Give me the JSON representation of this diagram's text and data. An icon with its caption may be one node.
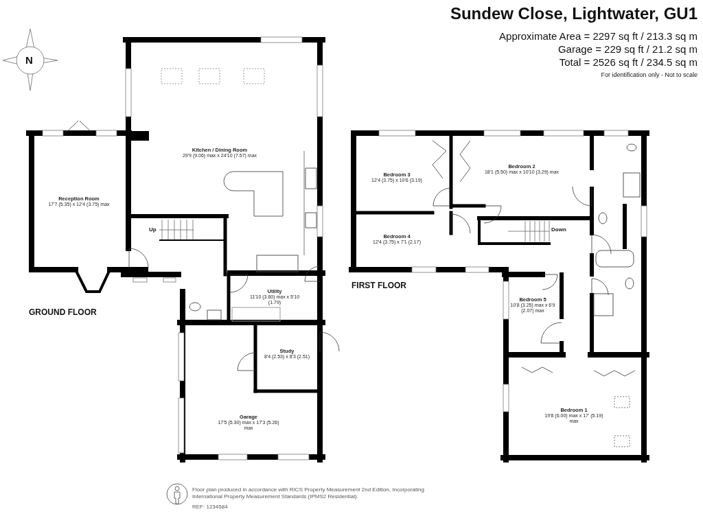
{
  "diagram": {
    "title": "Sundew Close, Lightwater, GU1",
    "nodes": [
      {
        "text": [
          "Kitchen / Dining Room",
          "29'9 (9.06) max x 24'10 (7.57) max"
        ]
      },
      {
        "text": [
          "Reception Room",
          "17'7 (5.35) x 12'4 (3.75) max"
        ]
      },
      {
        "text": [
          "Utility",
          "11'10 (3.60) max x 5'10 (1.79)"
        ]
      },
      {
        "text": [
          "Study",
          "8'4 (2.53) x 8'3 (2.51)"
        ]
      },
      {
        "text": [
          "Garage",
          "17'5 (5.30) max x 17'3 (5.26) max"
        ]
      },
      {
        "text": [
          "Bedroom 3",
          "12'4 (3.75) x 10'6 (3.19)"
        ]
      },
      {
        "text": [
          "Bedroom 2",
          "18'1 (5.50) max x 10'10 (3.29) max"
        ]
      },
      {
        "text": [
          "Bedroom 4",
          "12'4 (3.75) x 7'1 (2.17)"
        ]
      },
      {
        "text": [
          "Bedroom 5",
          "10'8 (3.25) max x 6'9 (2.07) max"
        ]
      },
      {
        "text": [
          "Bedroom 1",
          "19'8 (6.00) max x 17' (5.19) max"
        ]
      }
    ],
    "labels": [
      "Approximate Area = 2297 sq ft / 213.3 sq m",
      "Garage = 229 sq ft / 21.2 sq m",
      "Total = 2526 sq ft / 234.5 sq m",
      "For identification only - Not to scale",
      "N",
      "Up",
      "GROUND FLOOR",
      "FIRST FLOOR",
      "Down",
      "Floor plan produced in accordance with RICS Property Measurement 2nd Edition, Incorporating International Property Measurement Standards (IPMS2 Residential).",
      "REF: 1234584"
    ]
  }
}
